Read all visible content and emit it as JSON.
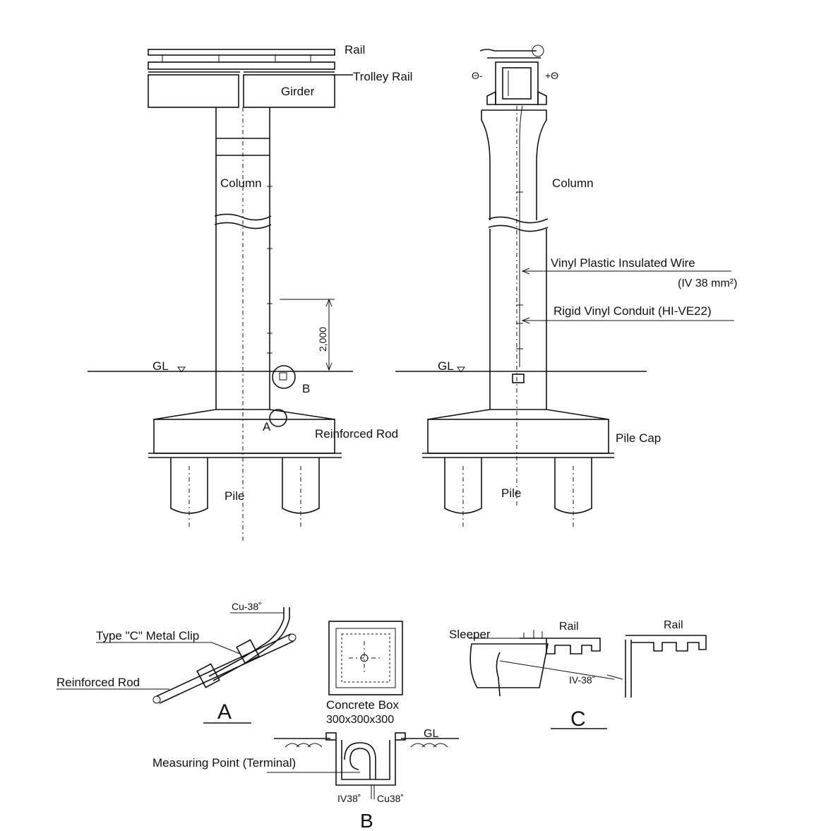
{
  "labels": {
    "rail": "Rail",
    "trolley_rail": "Trolley Rail",
    "girder": "Girder",
    "column_left": "Column",
    "column_right": "Column",
    "dimension": "2,000",
    "gl_left": "GL",
    "gl_right": "GL",
    "marker_a": "A",
    "marker_b": "B",
    "reinforced_rod": "Reinforced Rod",
    "pile_cap": "Pile Cap",
    "pile_left": "Pile",
    "pile_right": "Pile",
    "vinyl_wire": "Vinyl Plastic Insulated Wire",
    "vinyl_wire_spec": "(IV 38 mm²)",
    "rigid_conduit": "Rigid Vinyl Conduit (HI-VE22)",
    "polarity_neg": "Θ-",
    "polarity_pos": "+Θ"
  },
  "detail_a": {
    "cu_label": "Cu-38˚",
    "clip_label": "Type \"C\" Metal Clip",
    "rod_label": "Reinforced Rod",
    "caption": "A"
  },
  "detail_b": {
    "box_label": "Concrete Box",
    "box_size": "300x300x300",
    "gl": "GL",
    "measuring_point": "Measuring Point (Terminal)",
    "wire_iv": "IV38˚",
    "wire_cu": "Cu38˚",
    "caption": "B"
  },
  "detail_c": {
    "sleeper": "Sleeper",
    "rail_1": "Rail",
    "rail_2": "Rail",
    "iv_label": "IV-38˚",
    "caption": "C"
  }
}
